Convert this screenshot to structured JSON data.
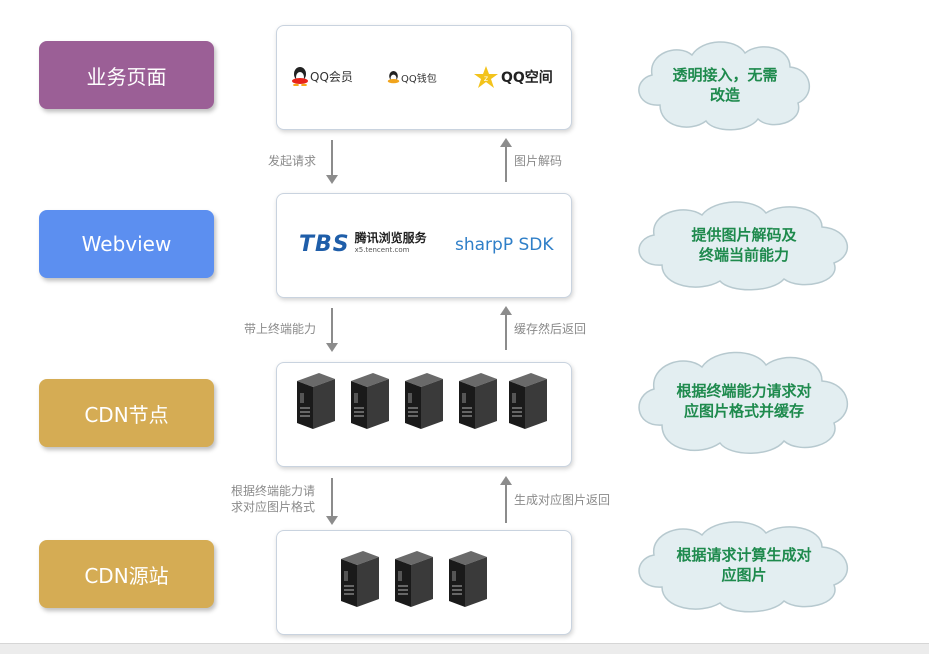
{
  "layers": [
    {
      "label": "业务页面",
      "color": "#9b5f96"
    },
    {
      "label": "Webview",
      "color": "#5c8ff0"
    },
    {
      "label": "CDN节点",
      "color": "#d5ac54"
    },
    {
      "label": "CDN源站",
      "color": "#d5ac54"
    }
  ],
  "apps": {
    "qq_member": "QQ会员",
    "qq_wallet": "QQ钱包",
    "qq_zone": "QQ空间"
  },
  "webview": {
    "tbs_logo": "TBS",
    "tbs_name": "腾讯浏览服务",
    "tbs_url": "x5.tencent.com",
    "sdk": "sharpP SDK"
  },
  "arrows": {
    "a1_down": "发起请求",
    "a1_up": "图片解码",
    "a2_down": "带上终端能力",
    "a2_up": "缓存然后返回",
    "a3_down_line1": "根据终端能力请",
    "a3_down_line2": "求对应图片格式",
    "a3_up": "生成对应图片返回"
  },
  "clouds": [
    {
      "line1": "透明接入，无需",
      "line2": "改造"
    },
    {
      "line1": "提供图片解码及",
      "line2": "终端当前能力"
    },
    {
      "line1": "根据终端能力请求对",
      "line2": "应图片格式并缓存"
    },
    {
      "line1": "根据请求计算生成对",
      "line2": "应图片"
    }
  ],
  "colors": {
    "cloud_fill": "#e3eef1",
    "cloud_stroke": "#b7c9cf",
    "tbs_blue": "#1f5ea9",
    "sdk_blue": "#2f7fc8",
    "cloud_text": "#1e8a4d"
  }
}
